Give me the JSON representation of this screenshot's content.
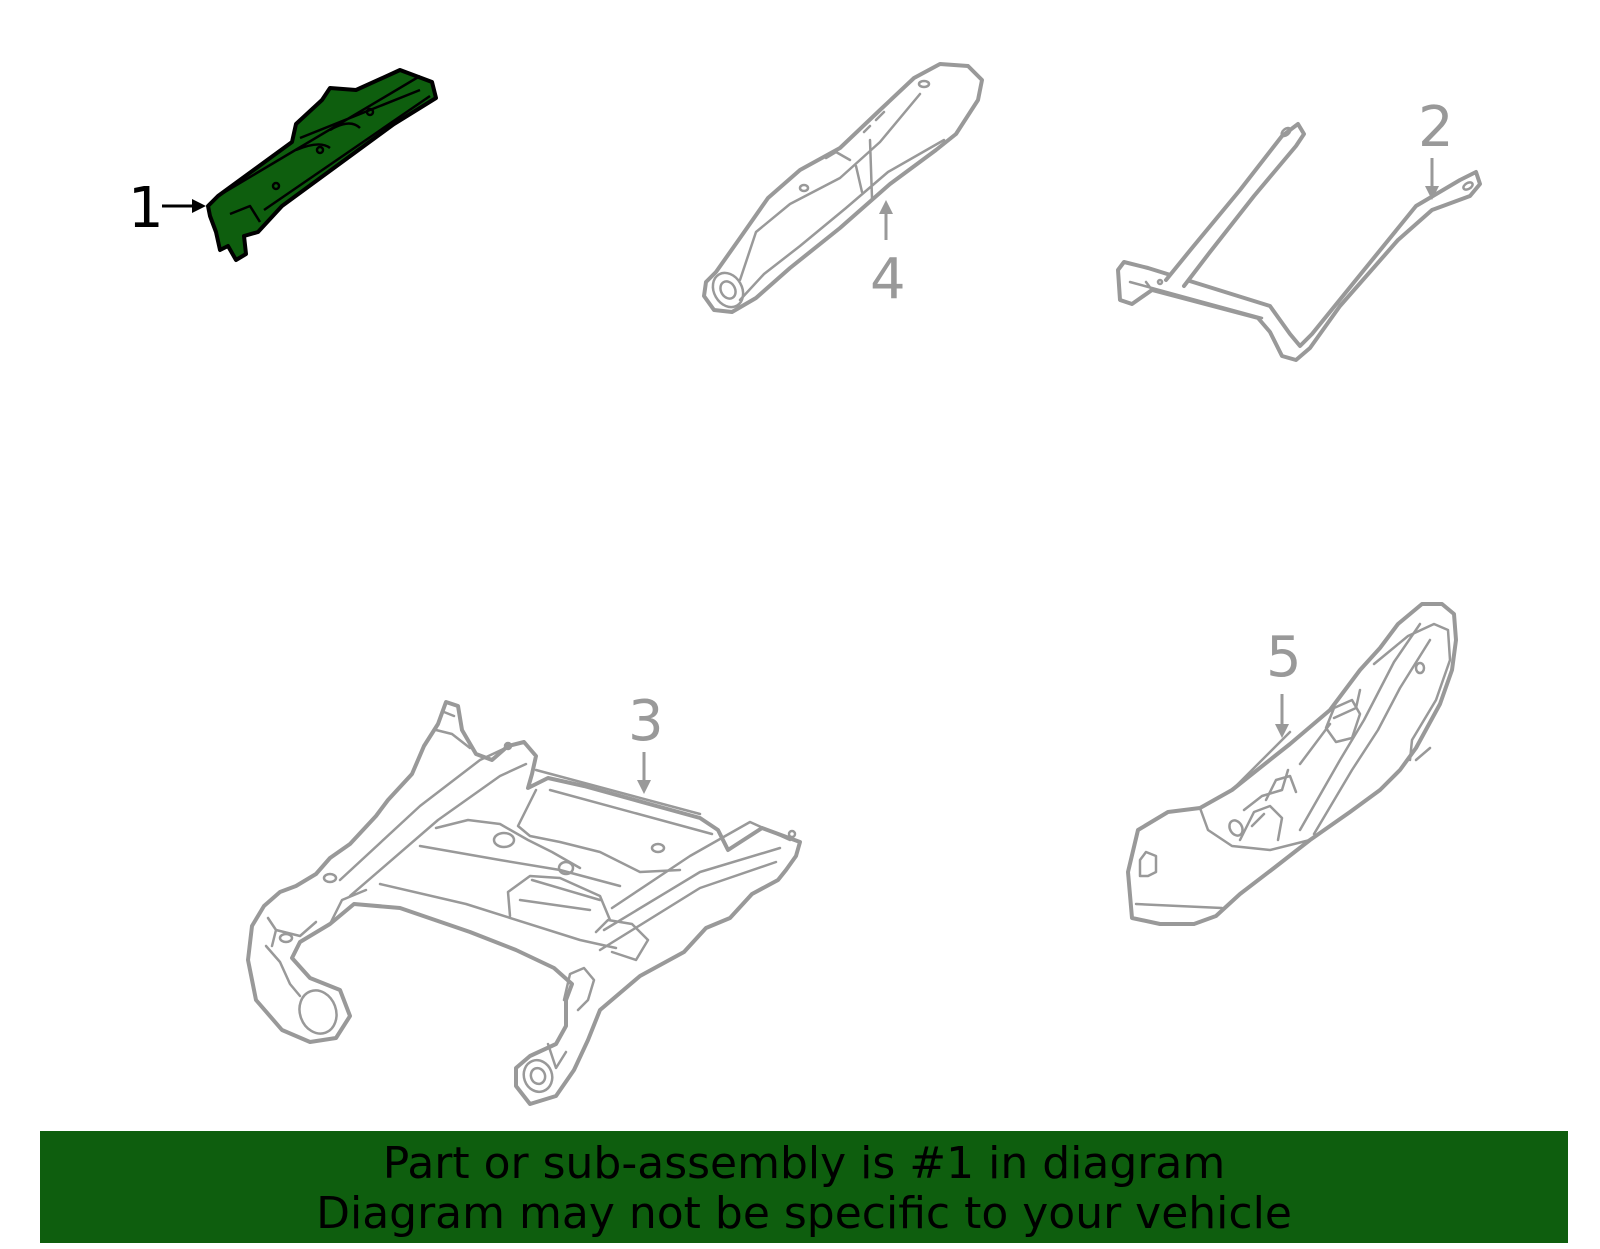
{
  "callouts": {
    "c1": "1",
    "c2": "2",
    "c3": "3",
    "c4": "4",
    "c5": "5"
  },
  "colors": {
    "highlight": "#0e5e0e",
    "outline_grey": "#999999",
    "outline_black": "#000000"
  },
  "banner": {
    "line1": "Part or sub-assembly is #1 in diagram",
    "line2": "Diagram may not be specific to your vehicle"
  }
}
